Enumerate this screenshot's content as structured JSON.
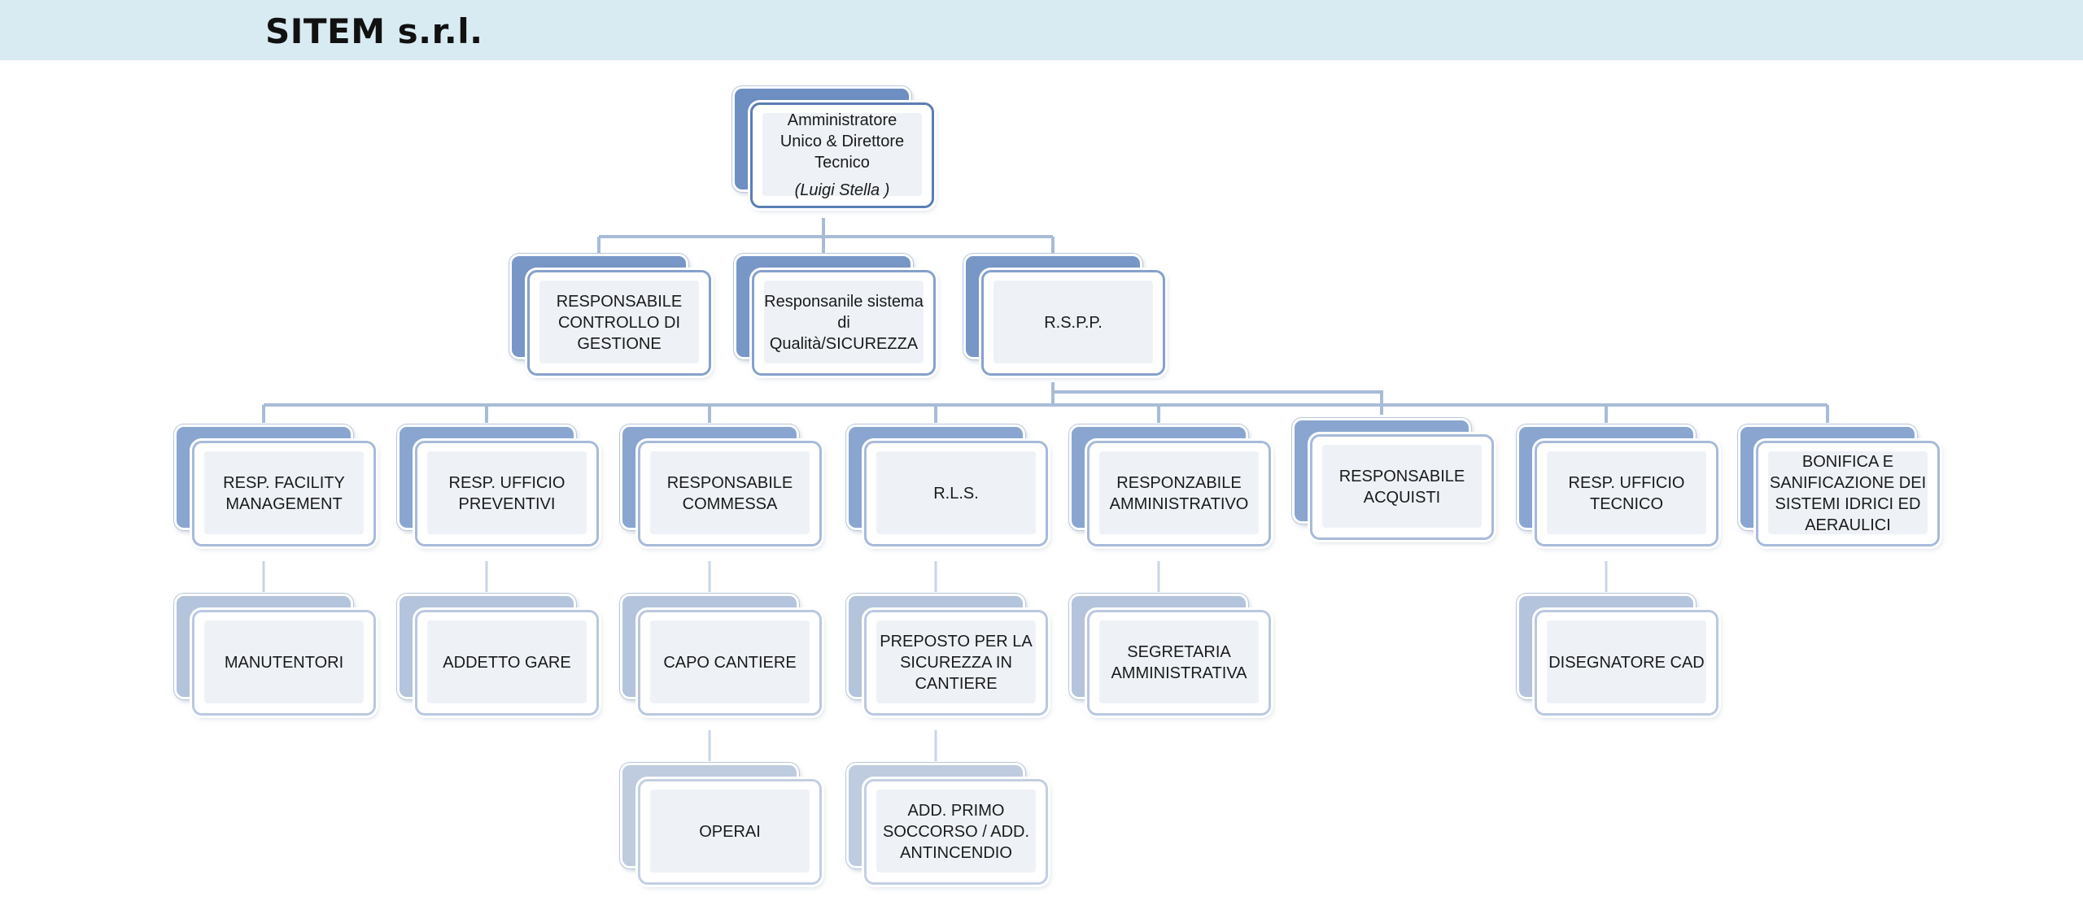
{
  "header": {
    "title": "SITEM s.r.l."
  },
  "chart": {
    "root": {
      "label": "Amministratore Unico & Direttore Tecnico",
      "sub": "(Luigi Stella )"
    },
    "level1": [
      {
        "label": "RESPONSABILE CONTROLLO DI GESTIONE"
      },
      {
        "label": "Responsanile sistema di Qualità/SICUREZZA"
      },
      {
        "label": "R.S.P.P."
      }
    ],
    "level2": [
      {
        "label": "RESP. FACILITY MANAGEMENT"
      },
      {
        "label": "RESP. UFFICIO PREVENTIVI"
      },
      {
        "label": "RESPONSABILE COMMESSA"
      },
      {
        "label": "R.L.S."
      },
      {
        "label": "RESPONZABILE AMMINISTRATIVO"
      },
      {
        "label": "RESPONSABILE ACQUISTI"
      },
      {
        "label": "RESP. UFFICIO TECNICO"
      },
      {
        "label": "BONIFICA E SANIFICAZIONE DEI SISTEMI IDRICI ED AERAULICI"
      }
    ],
    "level3": [
      {
        "label": "MANUTENTORI"
      },
      {
        "label": "ADDETTO GARE"
      },
      {
        "label": "CAPO CANTIERE"
      },
      {
        "label": "PREPOSTO PER LA SICUREZZA IN CANTIERE"
      },
      {
        "label": "SEGRETARIA AMMINISTRATIVA"
      },
      {
        "label": "DISEGNATORE CAD"
      }
    ],
    "level4": [
      {
        "label": "OPERAI"
      },
      {
        "label": "ADD. PRIMO SOCCORSO / ADD. ANTINCENDIO"
      }
    ]
  }
}
